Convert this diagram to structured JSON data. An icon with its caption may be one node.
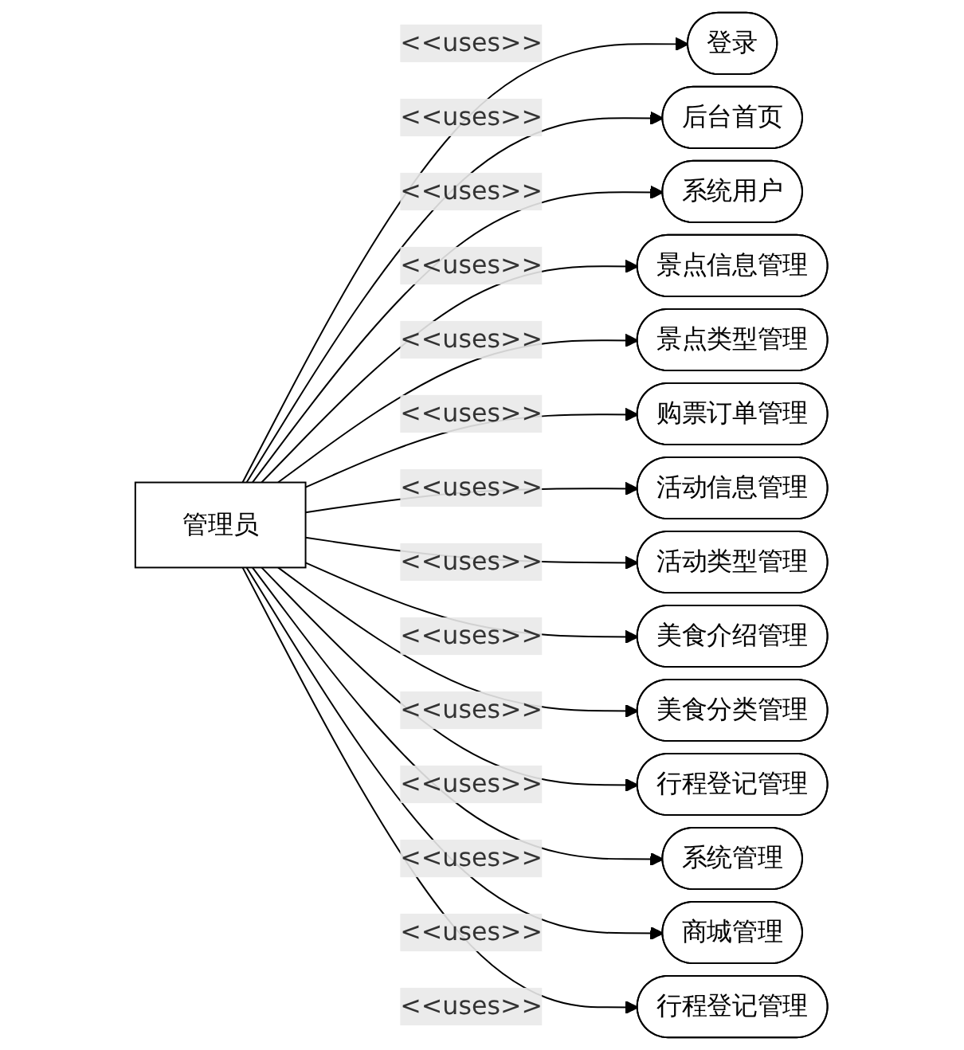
{
  "diagram": {
    "nodes": [
      {
        "text": [
          "管理员"
        ]
      },
      {
        "text": [
          "登录"
        ]
      },
      {
        "text": [
          "后台首页"
        ]
      },
      {
        "text": [
          "系统用户"
        ]
      },
      {
        "text": [
          "景点信息管理"
        ]
      },
      {
        "text": [
          "景点类型管理"
        ]
      },
      {
        "text": [
          "购票订单管理"
        ]
      },
      {
        "text": [
          "活动信息管理"
        ]
      },
      {
        "text": [
          "活动类型管理"
        ]
      },
      {
        "text": [
          "美食介绍管理"
        ]
      },
      {
        "text": [
          "美食分类管理"
        ]
      },
      {
        "text": [
          "行程登记管理"
        ]
      },
      {
        "text": [
          "系统管理"
        ]
      },
      {
        "text": [
          "商城管理"
        ]
      },
      {
        "text": [
          "行程登记管理"
        ]
      }
    ],
    "edges": [
      {
        "from": 0,
        "to": 1,
        "arrow": "to",
        "label": "<<uses>>"
      },
      {
        "from": 0,
        "to": 2,
        "arrow": "to",
        "label": "<<uses>>"
      },
      {
        "from": 0,
        "to": 3,
        "arrow": "to",
        "label": "<<uses>>"
      },
      {
        "from": 0,
        "to": 4,
        "arrow": "to",
        "label": "<<uses>>"
      },
      {
        "from": 0,
        "to": 5,
        "arrow": "to",
        "label": "<<uses>>"
      },
      {
        "from": 0,
        "to": 6,
        "arrow": "to",
        "label": "<<uses>>"
      },
      {
        "from": 0,
        "to": 7,
        "arrow": "to",
        "label": "<<uses>>"
      },
      {
        "from": 0,
        "to": 8,
        "arrow": "to",
        "label": "<<uses>>"
      },
      {
        "from": 0,
        "to": 9,
        "arrow": "to",
        "label": "<<uses>>"
      },
      {
        "from": 0,
        "to": 10,
        "arrow": "to",
        "label": "<<uses>>"
      },
      {
        "from": 0,
        "to": 11,
        "arrow": "to",
        "label": "<<uses>>"
      },
      {
        "from": 0,
        "to": 12,
        "arrow": "to",
        "label": "<<uses>>"
      },
      {
        "from": 0,
        "to": 13,
        "arrow": "to",
        "label": "<<uses>>"
      },
      {
        "from": 0,
        "to": 14,
        "arrow": "to",
        "label": "<<uses>>"
      }
    ]
  }
}
